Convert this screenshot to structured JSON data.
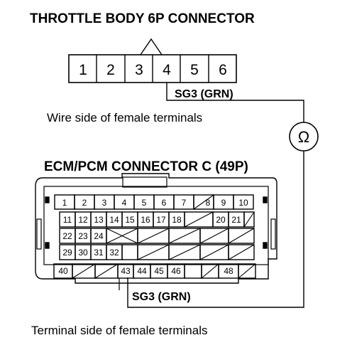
{
  "throttle_connector": {
    "title": "THROTTLE BODY 6P CONNECTOR",
    "pins": [
      "1",
      "2",
      "3",
      "4",
      "5",
      "6"
    ],
    "wire_label": "SG3 (GRN)",
    "caption": "Wire side of female terminals"
  },
  "meter": {
    "symbol": "Ω",
    "icon": "ohmmeter-icon"
  },
  "ecm_connector": {
    "title": "ECM/PCM CONNECTOR C (49P)",
    "row1": [
      "1",
      "2",
      "3",
      "4",
      "5",
      "6",
      "7",
      "8",
      "9",
      "10"
    ],
    "row2": [
      "11",
      "12",
      "13",
      "14",
      "15",
      "16",
      "17",
      "18",
      "",
      "20",
      "21",
      ""
    ],
    "row3": [
      "22",
      "23",
      "24"
    ],
    "row4": [
      "29",
      "30",
      "31",
      "32"
    ],
    "row5": [
      "40",
      "43",
      "44",
      "45",
      "46",
      "48"
    ],
    "wire_label": "SG3 (GRN)",
    "caption": "Terminal side of female terminals"
  }
}
